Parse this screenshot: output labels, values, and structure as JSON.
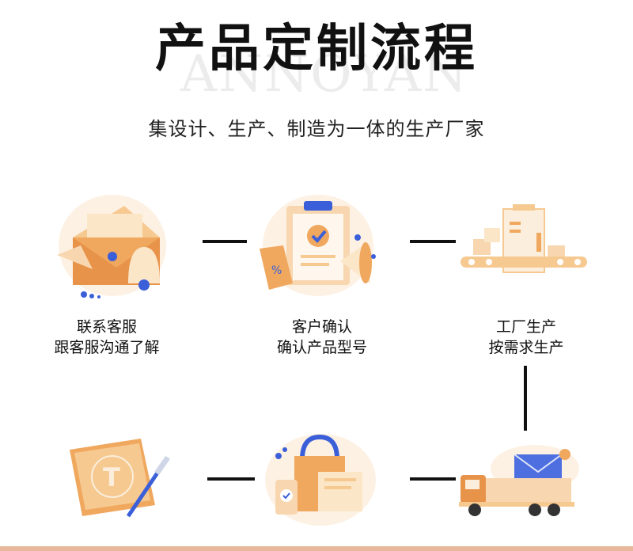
{
  "header": {
    "title": "产品定制流程",
    "watermark": "ANNOYAN",
    "subtitle": "集设计、生产、制造为一体的生产厂家"
  },
  "steps": [
    {
      "line1": "联系客服",
      "line2": "跟客服沟通了解",
      "icon": "mail-bell-icon"
    },
    {
      "line1": "客户确认",
      "line2": "确认产品型号",
      "icon": "clipboard-check-icon"
    },
    {
      "line1": "工厂生产",
      "line2": "按需求生产",
      "icon": "factory-conveyor-icon"
    },
    {
      "icon": "design-drawing-icon"
    },
    {
      "icon": "shopping-bag-icon"
    },
    {
      "icon": "delivery-truck-icon"
    }
  ],
  "colors": {
    "accent_orange": "#f0a75e",
    "light_orange": "#f8d7b0",
    "cream": "#fbeedc",
    "blue": "#3a5fd8",
    "line": "#111111"
  }
}
